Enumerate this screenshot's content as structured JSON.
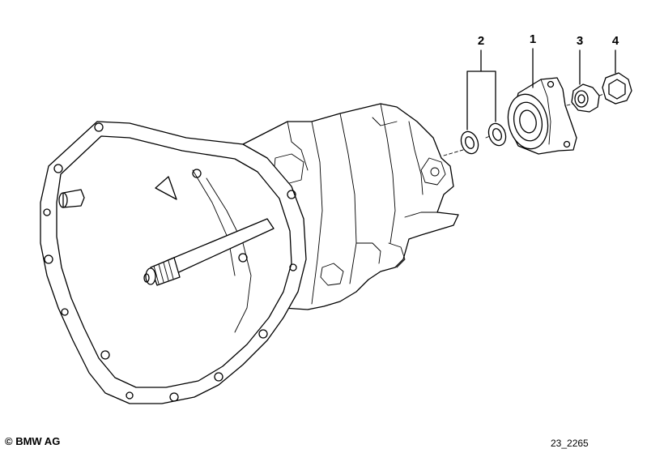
{
  "callouts": {
    "part_1": "1",
    "part_2": "2",
    "part_3": "3",
    "part_4": "4"
  },
  "footer": {
    "copyright": "© BMW AG",
    "diagram_number": "23_2265"
  }
}
